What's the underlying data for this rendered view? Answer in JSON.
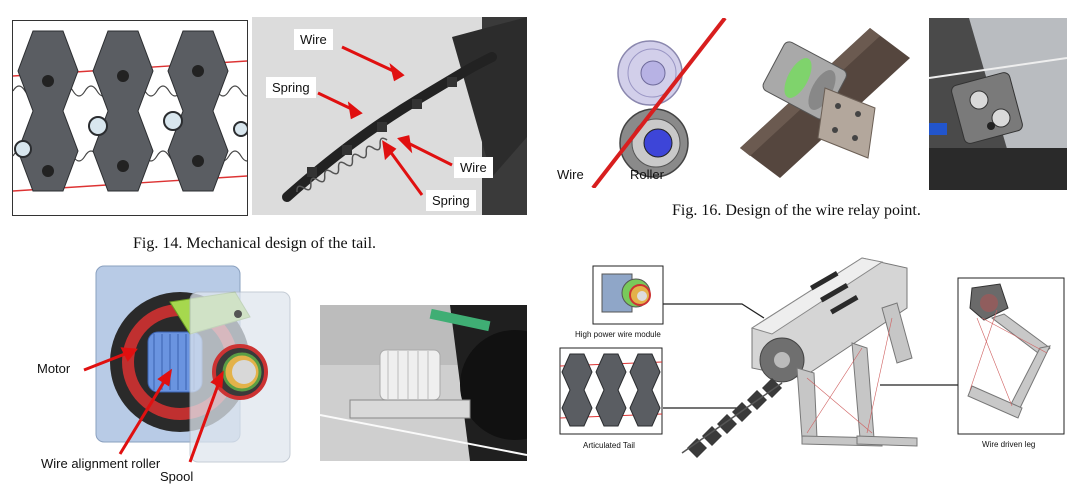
{
  "fig14": {
    "caption": "Fig. 14.   Mechanical design of the tail.",
    "labels": {
      "wire_top": "Wire",
      "spring_top": "Spring",
      "wire_bottom": "Wire",
      "spring_bottom": "Spring"
    }
  },
  "fig16": {
    "caption": "Fig. 16.   Design of the wire relay point.",
    "labels": {
      "wire": "Wire",
      "roller": "Roller"
    }
  },
  "fig_motor": {
    "labels": {
      "motor": "Motor",
      "wire_alignment_roller": "Wire alignment roller",
      "spool": "Spool"
    }
  },
  "fig_robot": {
    "labels": {
      "high_power_module": "High power wire module",
      "articulated_tail": "Articulated Tail",
      "wire_driven_leg": "Wire driven leg"
    }
  }
}
